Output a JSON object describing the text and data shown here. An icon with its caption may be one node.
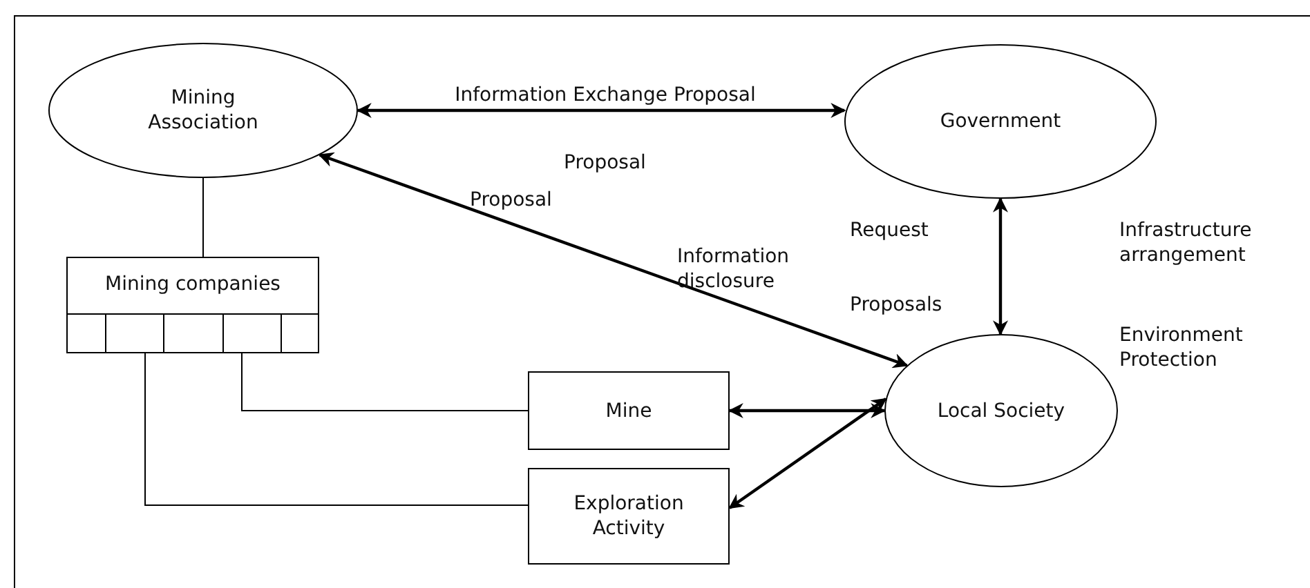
{
  "diagram": {
    "nodes": [
      {
        "text": [
          "Mining Association"
        ]
      },
      {
        "text": [
          "Government"
        ]
      },
      {
        "text": [
          "Mining companies"
        ]
      },
      {
        "text": [
          "Local Society"
        ]
      },
      {
        "text": [
          "Mine"
        ]
      },
      {
        "text": [
          "Exploration Activity"
        ]
      }
    ],
    "edges": [
      {
        "from": 0,
        "to": 1,
        "arrow": "both",
        "label": "Information Exchange Proposal"
      },
      {
        "from": 0,
        "to": 3,
        "arrow": "both"
      },
      {
        "from": 1,
        "to": 3,
        "arrow": "both"
      },
      {
        "from": 4,
        "to": 3,
        "arrow": "both"
      },
      {
        "from": 5,
        "to": 3,
        "arrow": "both"
      },
      {
        "from": 0,
        "to": 2,
        "arrow": "none"
      },
      {
        "from": 2,
        "to": 4,
        "arrow": "none"
      },
      {
        "from": 2,
        "to": 5,
        "arrow": "none"
      }
    ],
    "labels": [
      "Proposal",
      "Proposal",
      "Information disclosure",
      "Request",
      "Proposals",
      "Infrastructure arrangement",
      "Environment Protection"
    ]
  }
}
